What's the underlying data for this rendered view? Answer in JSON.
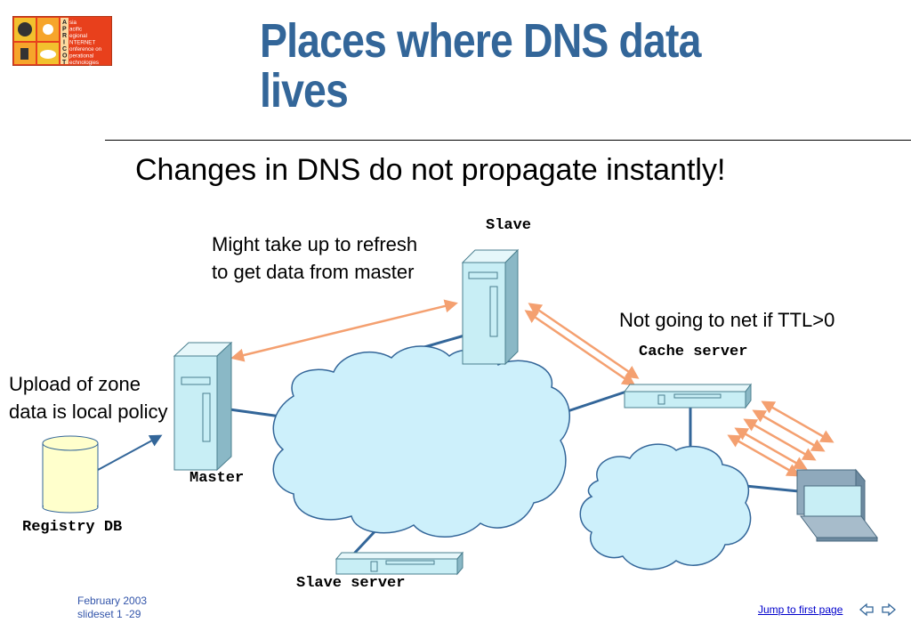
{
  "logo": {
    "lines": [
      "sia",
      "acific",
      "egional",
      "NTERNET",
      "onference on",
      "perational",
      "echnologies"
    ],
    "letters": [
      "A",
      "P",
      "R",
      "I",
      "C",
      "O",
      "T"
    ]
  },
  "title": {
    "line1": "Places where DNS data",
    "line2": "lives"
  },
  "subtitle": "Changes in DNS do not propagate instantly!",
  "labels": {
    "slave": "Slave",
    "cache_server": "Cache server",
    "master": "Master",
    "registry_db": "Registry DB",
    "slave_server": "Slave server"
  },
  "notes": {
    "refresh_line1": "Might take up to refresh",
    "refresh_line2": "to get data from master",
    "ttl": "Not going to net if TTL>0",
    "upload_line1": "Upload of zone",
    "upload_line2": "data is local policy"
  },
  "footer": {
    "date": "February 2003",
    "slide": "slideset 1 -29",
    "jump_link": "Jump to first page"
  },
  "colors": {
    "title": "#336699",
    "server_fill": "#c8eef5",
    "cloud_fill": "#cdf0fb",
    "arrow": "#f4a070",
    "link_line": "#336699",
    "db_fill": "#ffffcc",
    "logo_bg": "#e8401c"
  }
}
